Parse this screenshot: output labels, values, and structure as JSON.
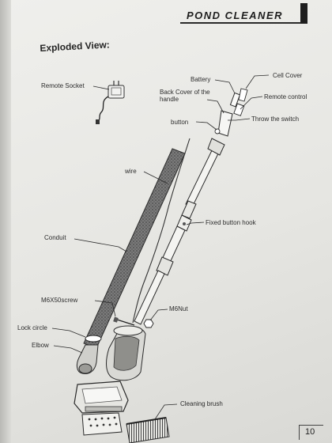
{
  "header": {
    "title": "POND CLEANER"
  },
  "section": {
    "title": "Exploded View:"
  },
  "labels": {
    "remote_socket": "Remote Socket",
    "battery": "Battery",
    "cell_cover": "Cell Cover",
    "back_cover": "Back Cover of the handle",
    "remote_control": "Remote control",
    "button": "button",
    "throw_switch": "Throw the switch",
    "wire": "wire",
    "fixed_button_hook": "Fixed button hook",
    "conduit": "Conduit",
    "m6x50_screw": "M6X50screw",
    "m6_nut": "M6Nut",
    "lock_circle": "Lock circle",
    "elbow": "Elbow",
    "cleaning_brush": "Cleaning brush"
  },
  "footer": {
    "page_number": "10"
  }
}
